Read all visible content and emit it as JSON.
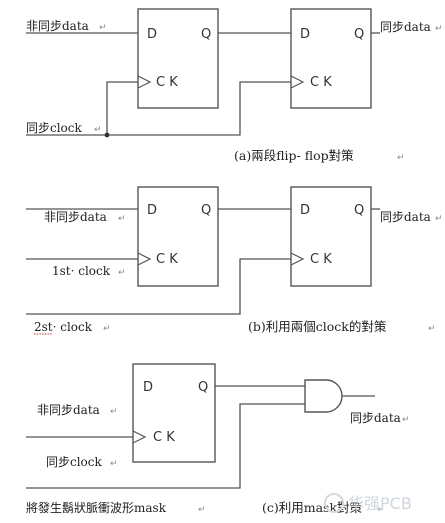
{
  "flipflop": {
    "d": "D",
    "q": "Q",
    "ck": "C K"
  },
  "section_a": {
    "in_async": "非同步data",
    "in_clock": "同步clock",
    "out_sync": "同步data",
    "caption": "(a)兩段flip- flop對策"
  },
  "section_b": {
    "in_async": "非同步data",
    "in_clock1": "1st· clock",
    "in_clock2": "2st· clock",
    "out_sync": "同步data",
    "caption": "(b)利用兩個clock的對策"
  },
  "section_c": {
    "in_async": "非同步data",
    "in_clock": "同步clock",
    "in_mask": "將發生鬍狀脈衝波形mask",
    "out_sync": "同步data",
    "caption": "(c)利用mask對策"
  },
  "return_mark": "↵",
  "watermark": {
    "text": "华强PCB"
  }
}
